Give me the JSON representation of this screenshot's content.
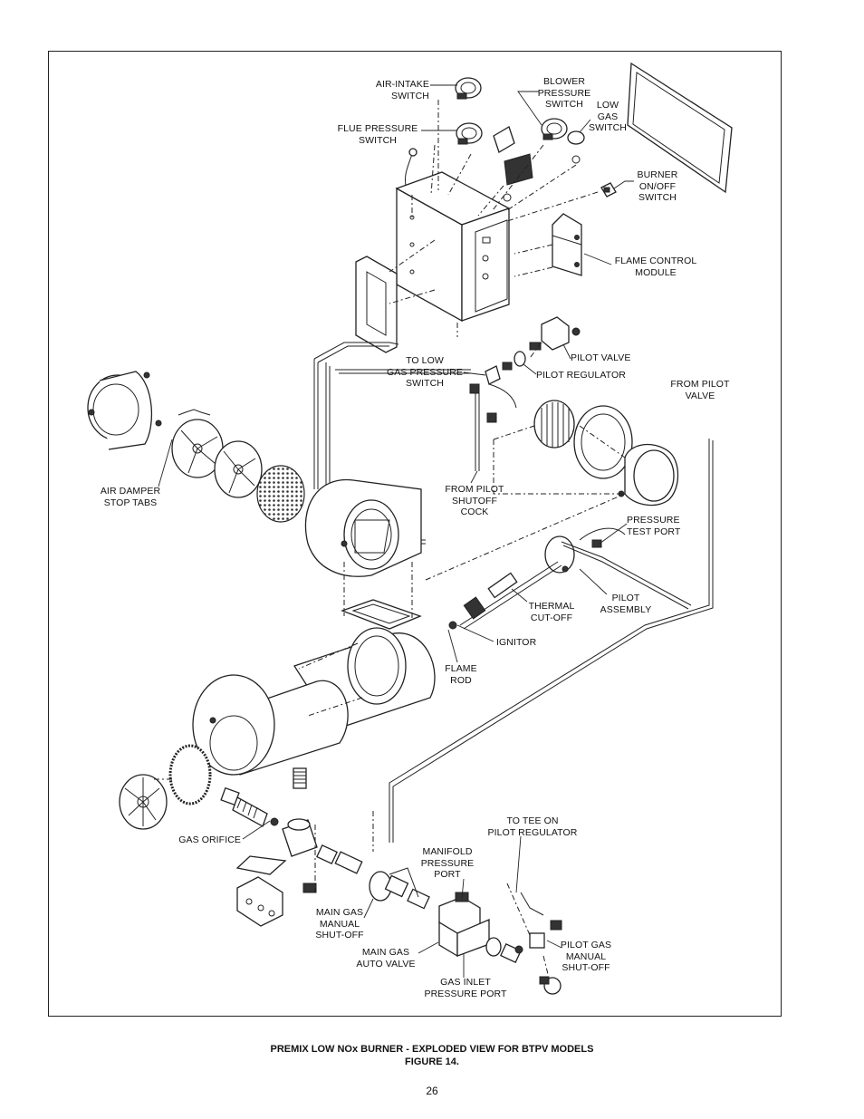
{
  "diagram": {
    "labels": {
      "air_intake_switch": "AIR-INTAKE\nSWITCH",
      "flue_pressure_switch": "FLUE PRESSURE\nSWITCH",
      "blower_pressure_switch": "BLOWER\nPRESSURE\nSWITCH",
      "low_gas_switch": "LOW\nGAS\nSWITCH",
      "burner_onoff_switch": "BURNER\nON/OFF\nSWITCH",
      "flame_control_module": "FLAME CONTROL\nMODULE",
      "pilot_valve": "PILOT VALVE",
      "pilot_regulator": "PILOT REGULATOR",
      "to_low_gas_pressure_switch": "TO LOW\nGAS PRESSURE\nSWITCH",
      "from_pilot_valve": "FROM PILOT\nVALVE",
      "air_damper_stop_tabs": "AIR DAMPER\nSTOP TABS",
      "from_pilot_shutoff_cock": "FROM PILOT\nSHUTOFF\nCOCK",
      "pressure_test_port": "PRESSURE\nTEST PORT",
      "pilot_assembly": "PILOT\nASSEMBLY",
      "thermal_cutoff": "THERMAL\nCUT-OFF",
      "ignitor": "IGNITOR",
      "flame_rod": "FLAME\nROD",
      "gas_orifice": "GAS ORIFICE",
      "to_tee_on_pilot_regulator": "TO TEE ON\nPILOT REGULATOR",
      "manifold_pressure_port": "MANIFOLD\nPRESSURE\nPORT",
      "main_gas_manual_shutoff": "MAIN GAS\nMANUAL\nSHUT-OFF",
      "main_gas_auto_valve": "MAIN GAS\nAUTO VALVE",
      "pilot_gas_manual_shutoff": "PILOT GAS\nMANUAL\nSHUT-OFF",
      "gas_inlet_pressure_port": "GAS INLET\nPRESSURE PORT"
    }
  },
  "caption": {
    "title": "PREMIX LOW NOx BURNER - EXPLODED VIEW FOR BTPV MODELS",
    "figure": "FIGURE 14."
  },
  "page_number": "26"
}
